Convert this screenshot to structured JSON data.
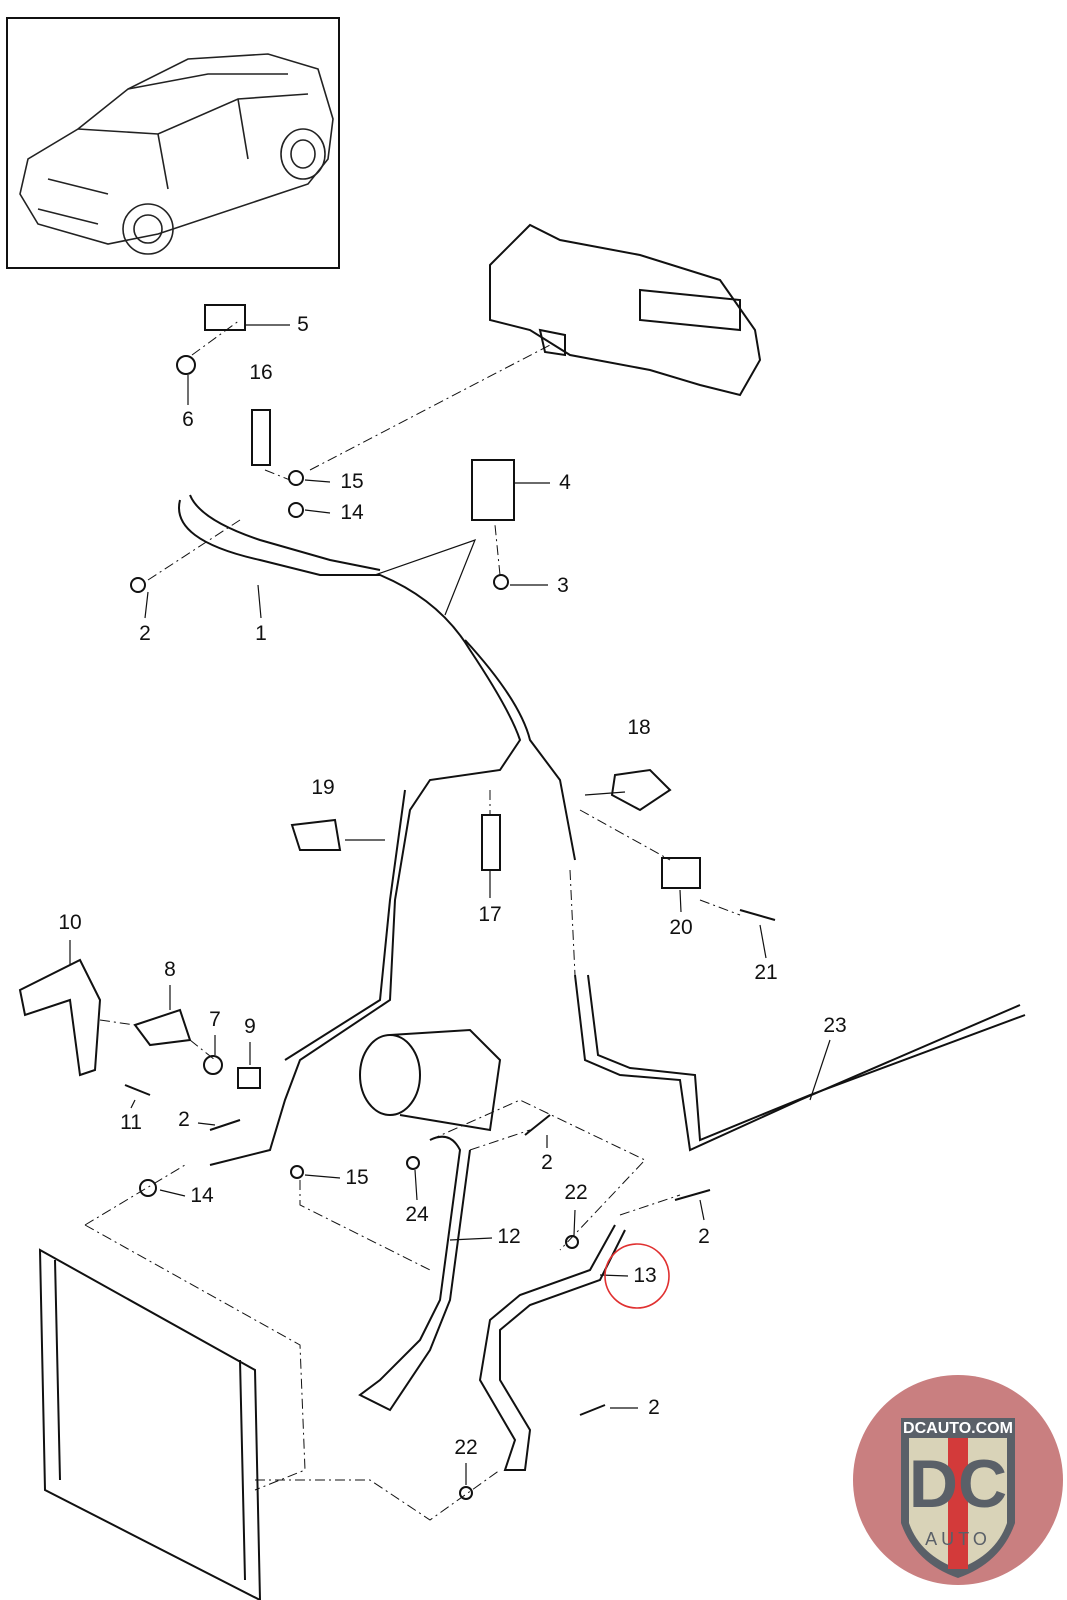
{
  "diagram": {
    "callouts": [
      "5",
      "6",
      "16",
      "15",
      "14",
      "4",
      "3",
      "2",
      "1",
      "18",
      "19",
      "17",
      "20",
      "21",
      "10",
      "8",
      "7",
      "9",
      "11",
      "2",
      "23",
      "2",
      "15",
      "14",
      "24",
      "12",
      "22",
      "2",
      "13",
      "2",
      "22"
    ],
    "highlighted_callout": "13",
    "highlight_color": "#e03030",
    "line_color": "#111111"
  },
  "logo": {
    "top_text": "DCAUTO.COM",
    "letters": "DC",
    "bottom_text": "AUTO",
    "colors": {
      "circle": "#c97f80",
      "shield": "#d9d3b8",
      "letters": "#5a6068",
      "stripe": "#d33a3a"
    }
  }
}
